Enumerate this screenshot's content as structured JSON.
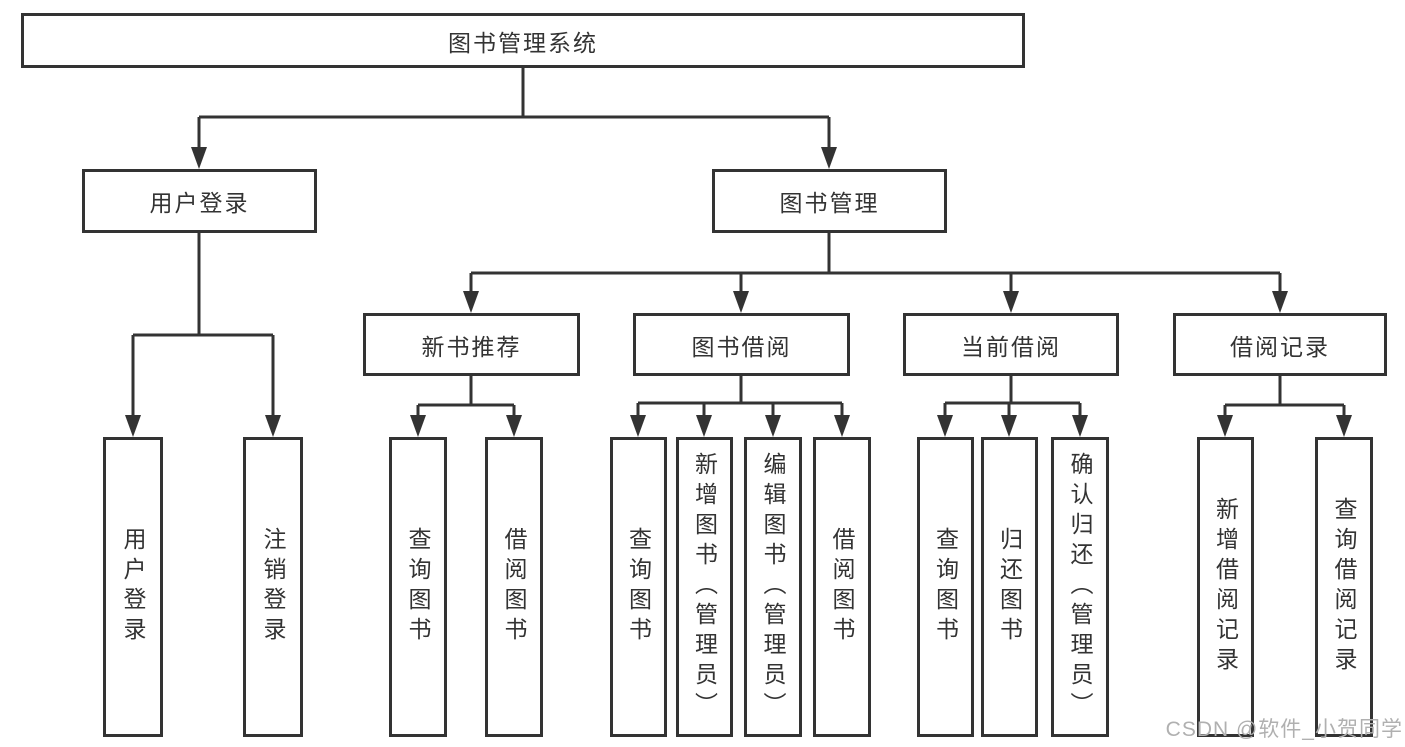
{
  "colors": {
    "line": "#333333",
    "text": "#333333",
    "watermark": "#b0b0b0",
    "bg": "#ffffff"
  },
  "watermark": "CSDN @软件_小贺同学",
  "tree": {
    "root": {
      "label": "图书管理系统"
    },
    "branches": [
      {
        "label": "用户登录",
        "children": [
          {
            "label": "用户登录"
          },
          {
            "label": "注销登录"
          }
        ]
      },
      {
        "label": "图书管理",
        "children": [
          {
            "label": "新书推荐",
            "children": [
              {
                "label": "查询图书"
              },
              {
                "label": "借阅图书"
              }
            ]
          },
          {
            "label": "图书借阅",
            "children": [
              {
                "label": "查询图书"
              },
              {
                "label": "新增图书（管理员）"
              },
              {
                "label": "编辑图书（管理员）"
              },
              {
                "label": "借阅图书"
              }
            ]
          },
          {
            "label": "当前借阅",
            "children": [
              {
                "label": "查询图书"
              },
              {
                "label": "归还图书"
              },
              {
                "label": "确认归还（管理员）"
              }
            ]
          },
          {
            "label": "借阅记录",
            "children": [
              {
                "label": "新增借阅记录"
              },
              {
                "label": "查询借阅记录"
              }
            ]
          }
        ]
      }
    ]
  }
}
